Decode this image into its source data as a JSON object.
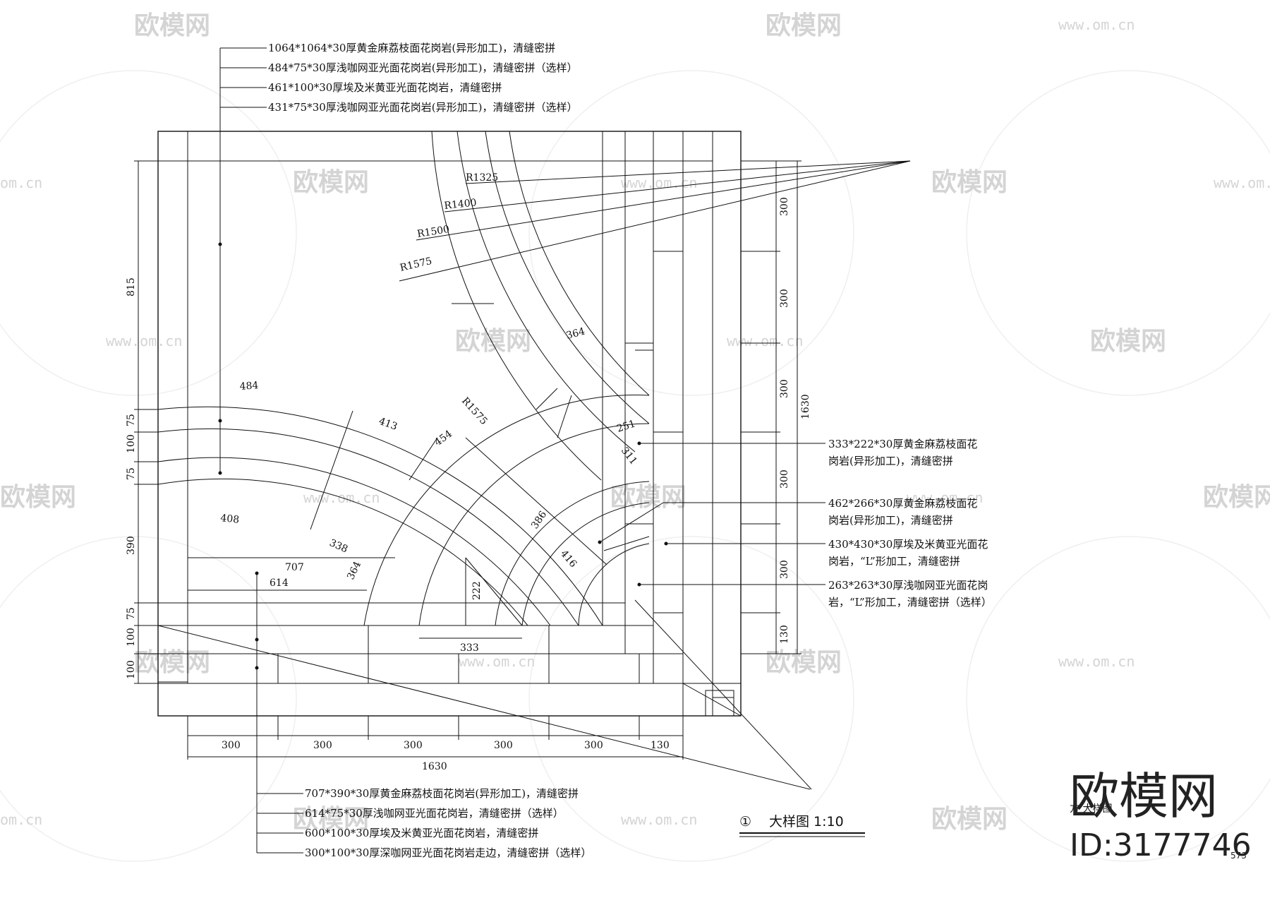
{
  "watermark": {
    "brand": "欧模网",
    "site": "www.om.cn",
    "site_short": "om.cn"
  },
  "callouts_top": [
    "1064*1064*30厚黄金麻荔枝面花岗岩(异形加工)，清缝密拼",
    "484*75*30厚浅咖网亚光面花岗岩(异形加工)，清缝密拼（选样）",
    "461*100*30厚埃及米黄亚光面花岗岩，清缝密拼",
    "431*75*30厚浅咖网亚光面花岗岩(异形加工)，清缝密拼（选样）"
  ],
  "callouts_bottom": [
    "707*390*30厚黄金麻荔枝面花岗岩(异形加工)，清缝密拼",
    "614*75*30厚浅咖网亚光面花岗岩，清缝密拼（选样）",
    "600*100*30厚埃及米黄亚光面花岗岩，清缝密拼",
    "300*100*30厚深咖网亚光面花岗岩走边，清缝密拼（选样）"
  ],
  "callouts_right": [
    {
      "line1": "333*222*30厚黄金麻荔枝面花",
      "line2": "岗岩(异形加工)，清缝密拼"
    },
    {
      "line1": "462*266*30厚黄金麻荔枝面花",
      "line2": "岗岩(异形加工)，清缝密拼"
    },
    {
      "line1": "430*430*30厚埃及米黄亚光面花",
      "line2": "岗岩，“L”形加工，清缝密拼"
    },
    {
      "line1": "263*263*30厚浅咖网亚光面花岗",
      "line2": "岩，“L”形加工，清缝密拼（选样）"
    }
  ],
  "radii": [
    "R1325",
    "R1400",
    "R1500",
    "R1575"
  ],
  "radius_diag": "R1575",
  "arc_dims": [
    "484",
    "413",
    "454",
    "364",
    "408",
    "338",
    "364",
    "251",
    "311",
    "386",
    "416"
  ],
  "dims_left": [
    "815",
    "75",
    "100",
    "75",
    "390",
    "75",
    "100",
    "100"
  ],
  "dims_right": [
    "300",
    "300",
    "300",
    "300",
    "300",
    "130"
  ],
  "dim_right_total": "1630",
  "dims_bottom": [
    "300",
    "300",
    "300",
    "300",
    "300",
    "130"
  ],
  "dim_bottom_total": "1630",
  "dims_inner": {
    "d707": "707",
    "d614": "614",
    "d222": "222",
    "d333": "333"
  },
  "title": {
    "symbol": "①",
    "text": "大样图 1:10",
    "faded": "方 大样图"
  },
  "brand_id": "ID:3177746",
  "brand_small": "573"
}
